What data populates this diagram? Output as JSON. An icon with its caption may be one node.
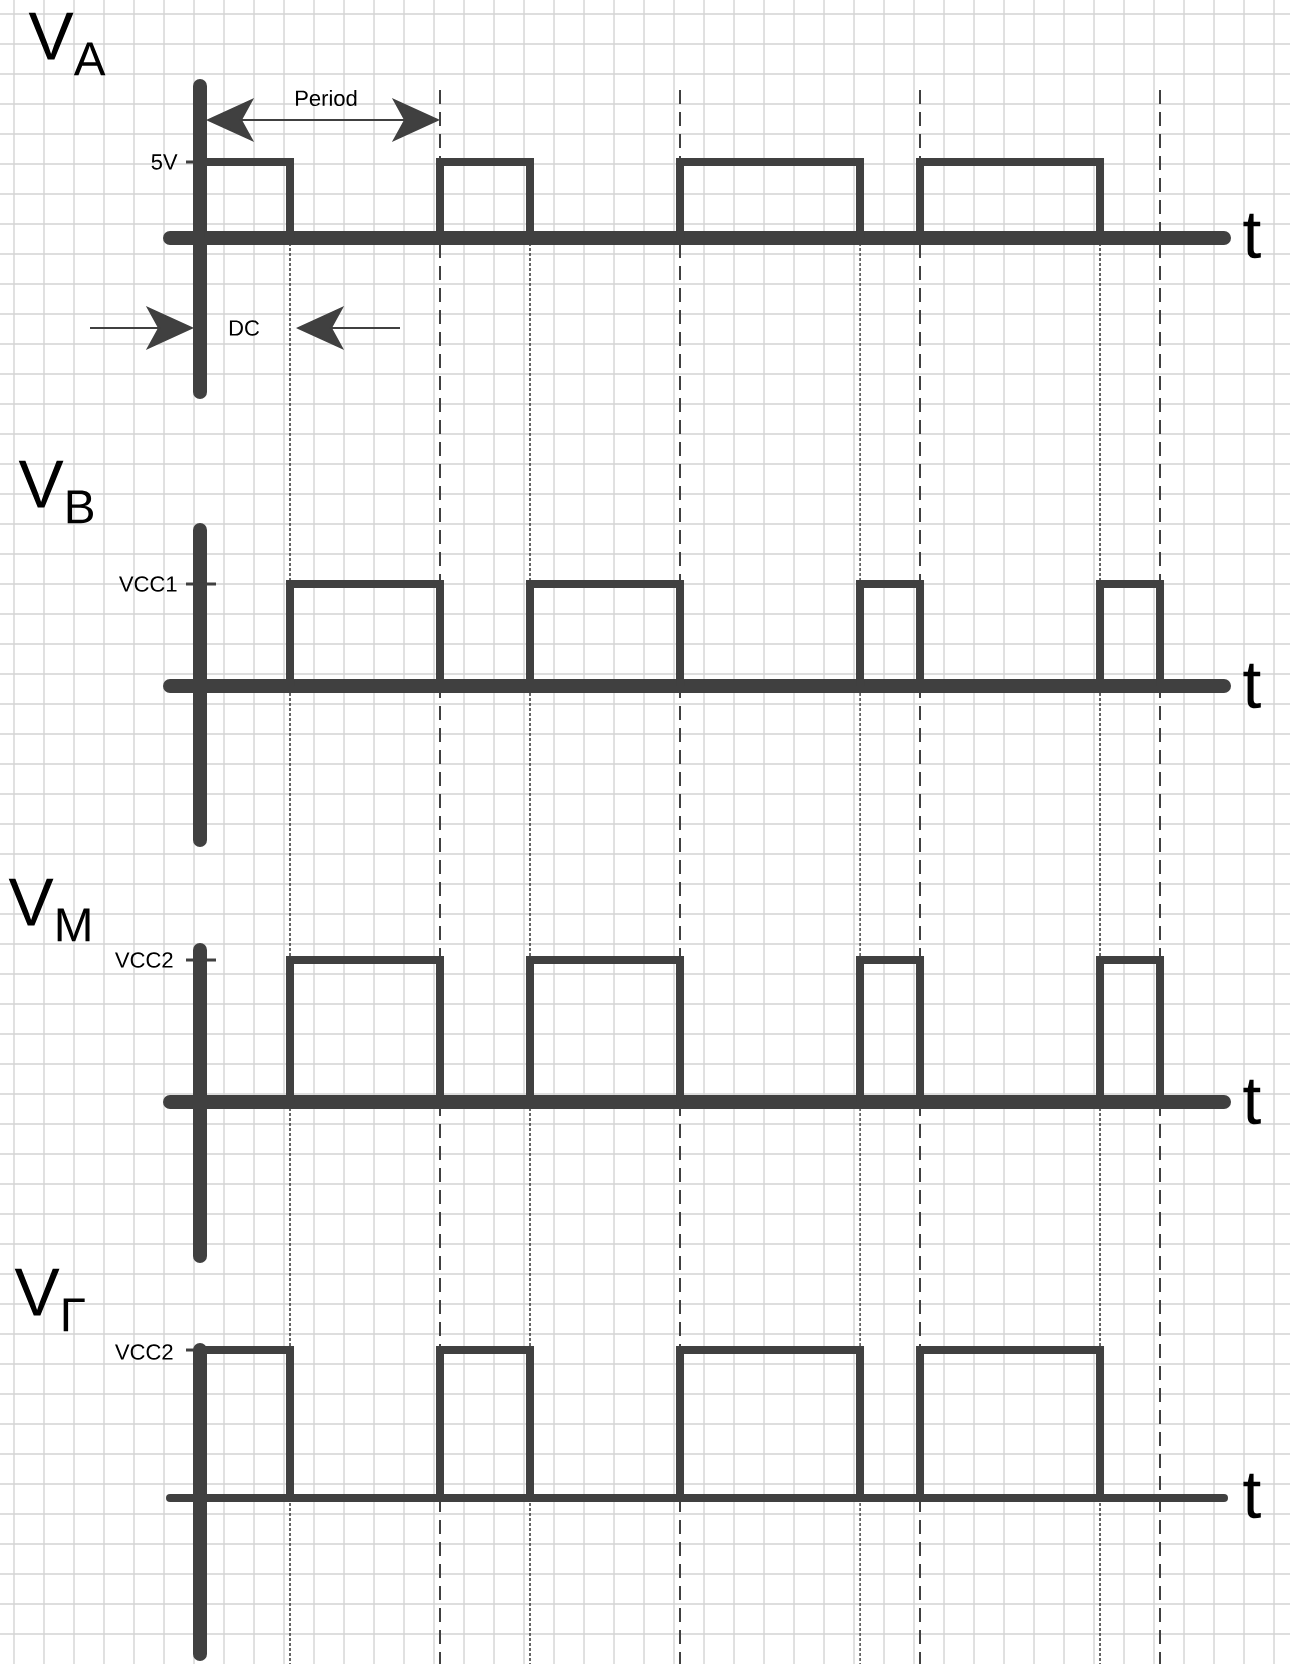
{
  "diagram": {
    "labels": [
      "V$_{A}$",
      "Period",
      "5V",
      "t",
      "DC",
      "V$_{B}$",
      "VCC1",
      "t",
      "V$_{M}$",
      "VCC2",
      "t",
      "V$_{Γ}$",
      "VCC2",
      "t"
    ]
  }
}
